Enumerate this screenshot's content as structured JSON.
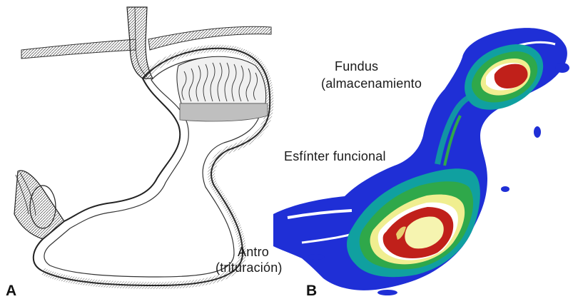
{
  "panel_a": {
    "letter": "A",
    "labels": {
      "antro_line1": "Antro",
      "antro_line2": "(trituración)"
    }
  },
  "panel_b": {
    "letter": "B",
    "labels": {
      "fundus_line1": "Fundus",
      "fundus_line2": "(almacenamiento",
      "sphincter": "Esfínter funcional"
    },
    "colors": {
      "outer": "#1f2fd6",
      "mid": "#10a0a0",
      "green": "#2fa84a",
      "yellow": "#f0ee90",
      "red": "#c0201a",
      "core": "#f6f4b0"
    }
  }
}
